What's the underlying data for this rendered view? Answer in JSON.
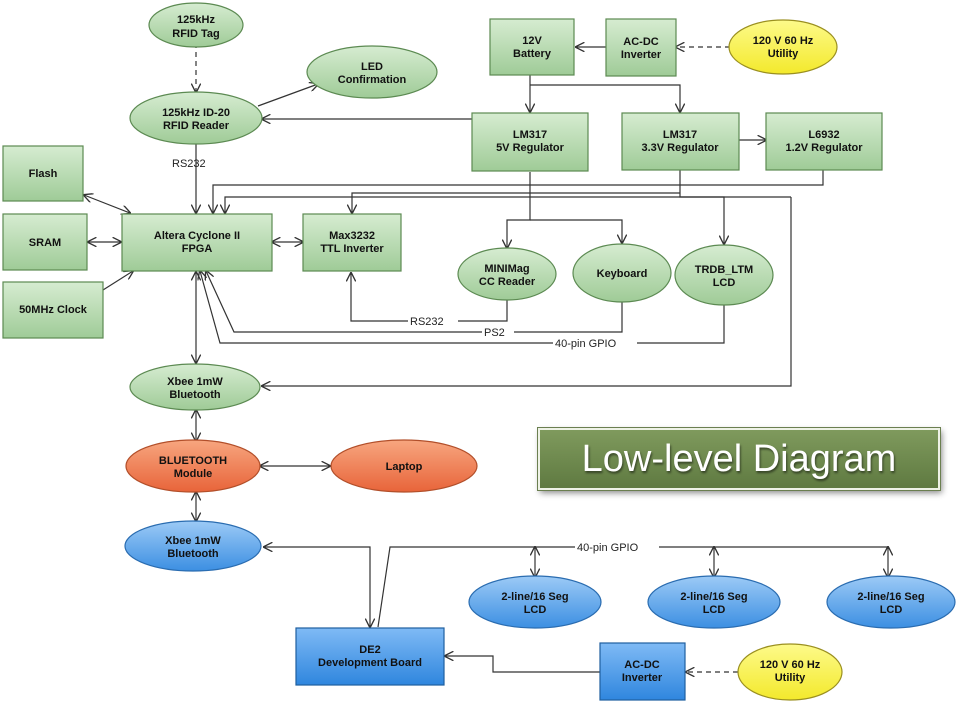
{
  "title": "Low-level Diagram",
  "colors": {
    "green": "#b9d9b3",
    "green_stroke": "#5c8a52",
    "orange": "#ef7d52",
    "blue": "#65a9ec",
    "yellow": "#fbf350",
    "wire": "#333333"
  },
  "nodes": {
    "rfid_tag": [
      "125kHz",
      "RFID Tag"
    ],
    "led_confirmation": [
      "LED",
      "Confirmation"
    ],
    "rfid_reader": [
      "125kHz ID-20",
      "RFID Reader"
    ],
    "battery": [
      "12V",
      "Battery"
    ],
    "acdc_top": [
      "AC-DC",
      "Inverter"
    ],
    "utility_top": [
      "120 V 60 Hz",
      "Utility"
    ],
    "reg_5v": [
      "LM317",
      "5V Regulator"
    ],
    "reg_33v": [
      "LM317",
      "3.3V Regulator"
    ],
    "reg_12v": [
      "L6932",
      "1.2V Regulator"
    ],
    "flash": [
      "Flash"
    ],
    "sram": [
      "SRAM"
    ],
    "clock": [
      "50MHz Clock"
    ],
    "fpga": [
      "Altera Cyclone II",
      "FPGA"
    ],
    "max3232": [
      "Max3232",
      "TTL Inverter"
    ],
    "minimag": [
      "MINIMag",
      "CC Reader"
    ],
    "keyboard": [
      "Keyboard"
    ],
    "trdb": [
      "TRDB_LTM",
      "LCD"
    ],
    "xbee_green": [
      "Xbee 1mW",
      "Bluetooth"
    ],
    "bt_module": [
      "BLUETOOTH",
      "Module"
    ],
    "laptop": [
      "Laptop"
    ],
    "xbee_blue": [
      "Xbee 1mW",
      "Bluetooth"
    ],
    "lcd1": [
      "2-line/16 Seg",
      "LCD"
    ],
    "lcd2": [
      "2-line/16 Seg",
      "LCD"
    ],
    "lcd3": [
      "2-line/16 Seg",
      "LCD"
    ],
    "de2": [
      "DE2",
      "Development Board"
    ],
    "acdc_bottom": [
      "AC-DC",
      "Inverter"
    ],
    "utility_bottom": [
      "120 V 60 Hz",
      "Utility"
    ]
  },
  "wire_labels": {
    "rs232_top": "RS232",
    "rs232_bottom": "RS232",
    "ps2": "PS2",
    "gpio_top": "40-pin GPIO",
    "gpio_bottom": "40-pin GPIO"
  }
}
